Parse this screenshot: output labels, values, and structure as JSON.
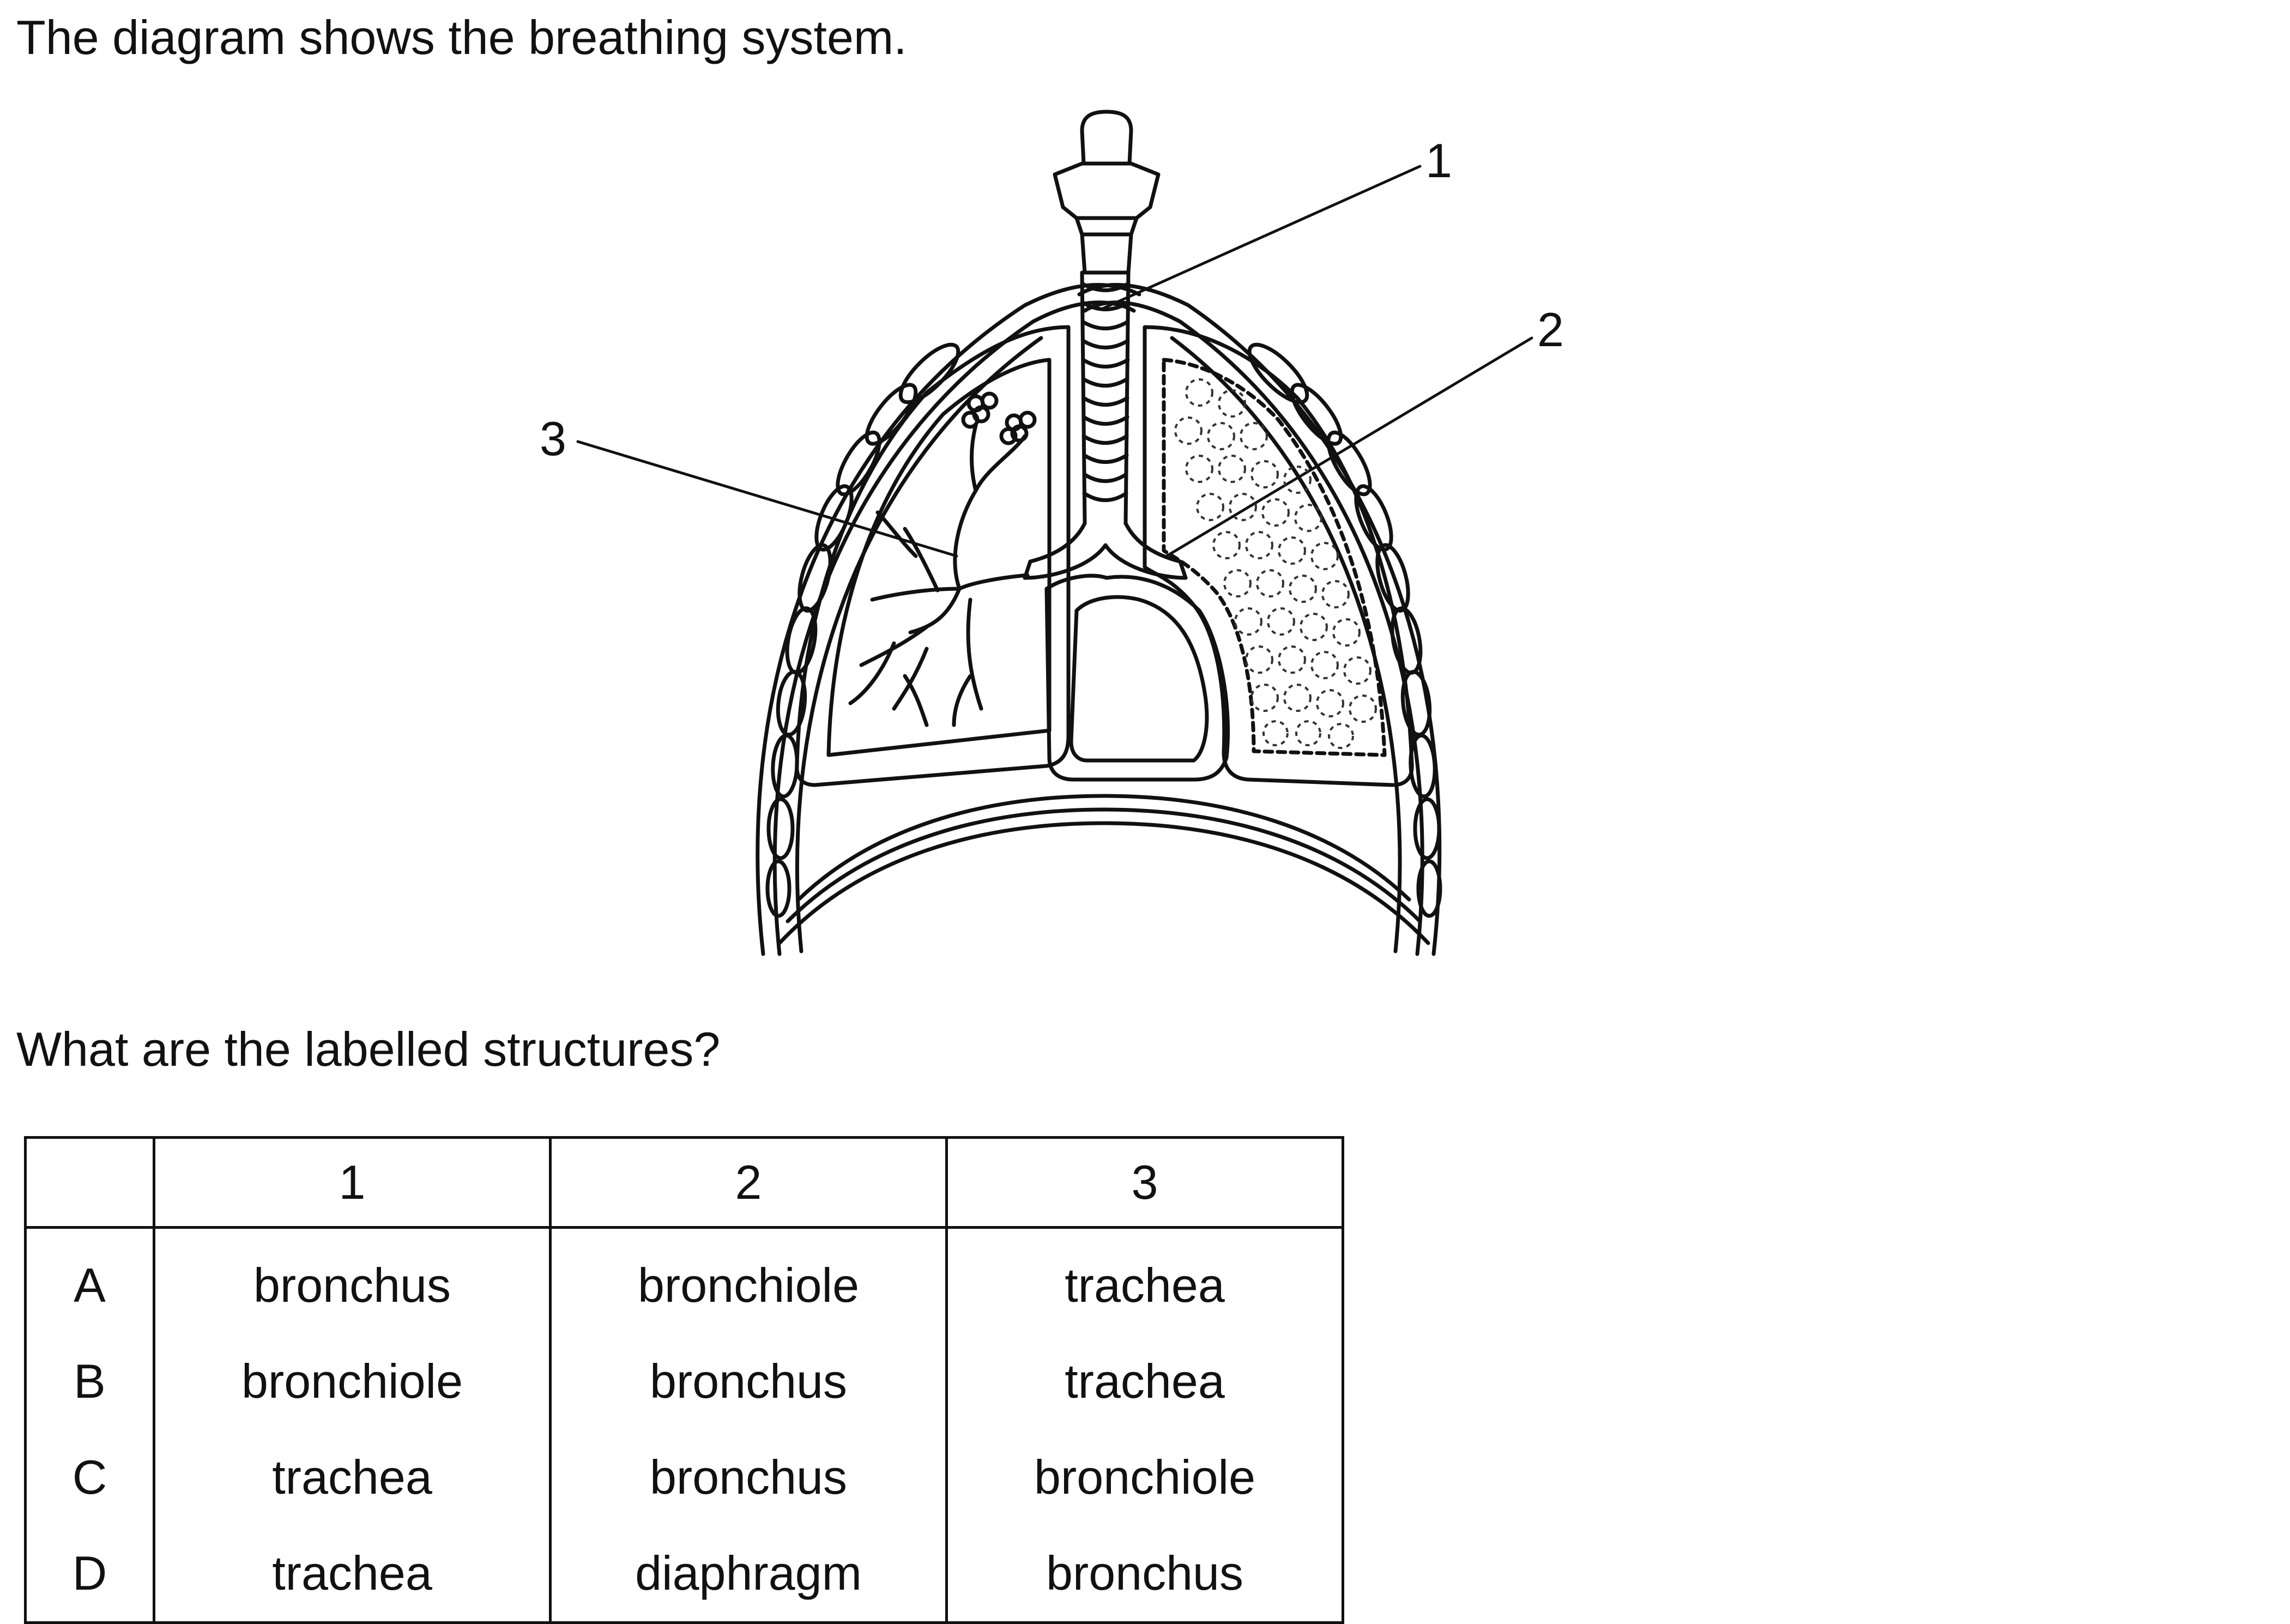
{
  "intro_text": "The diagram shows the breathing system.",
  "diagram": {
    "labels": [
      "1",
      "2",
      "3"
    ]
  },
  "question_text": "What are the labelled structures?",
  "table": {
    "headers": [
      "",
      "1",
      "2",
      "3"
    ],
    "rows": [
      {
        "letter": "A",
        "cells": [
          "bronchus",
          "bronchiole",
          "trachea"
        ]
      },
      {
        "letter": "B",
        "cells": [
          "bronchiole",
          "bronchus",
          "trachea"
        ]
      },
      {
        "letter": "C",
        "cells": [
          "trachea",
          "bronchus",
          "bronchiole"
        ]
      },
      {
        "letter": "D",
        "cells": [
          "trachea",
          "diaphragm",
          "bronchus"
        ]
      }
    ]
  }
}
